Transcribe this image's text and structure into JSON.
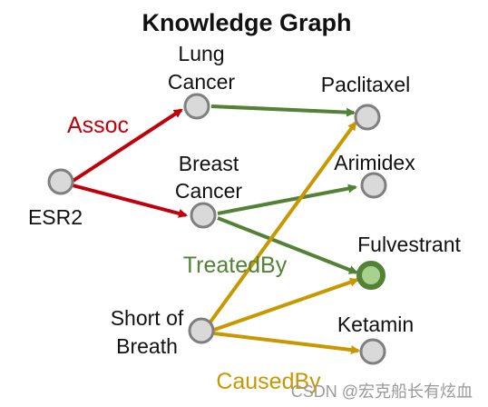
{
  "title": "Knowledge Graph",
  "colors": {
    "assoc": "#c0000b",
    "treated": "#538135",
    "caused": "#c99700",
    "node_fill": "#d9d9d9",
    "node_stroke": "#7f7f7f",
    "highlight_fill": "#a9d18e",
    "highlight_stroke": "#538135"
  },
  "nodes": {
    "esr2": "ESR2",
    "lung_1": "Lung",
    "lung_2": "Cancer",
    "breast_1": "Breast",
    "breast_2": "Cancer",
    "short_1": "Short of",
    "short_2": "Breath",
    "paclitaxel": "Paclitaxel",
    "arimidex": "Arimidex",
    "fulvestrant": "Fulvestrant",
    "ketamin": "Ketamin"
  },
  "relations": {
    "assoc": "Assoc",
    "treated": "TreatedBy",
    "caused": "CausedBy"
  },
  "edges": [
    {
      "from": "ESR2",
      "to": "Lung Cancer",
      "relation": "Assoc"
    },
    {
      "from": "ESR2",
      "to": "Breast Cancer",
      "relation": "Assoc"
    },
    {
      "from": "Lung Cancer",
      "to": "Paclitaxel",
      "relation": "TreatedBy"
    },
    {
      "from": "Breast Cancer",
      "to": "Arimidex",
      "relation": "TreatedBy"
    },
    {
      "from": "Breast Cancer",
      "to": "Fulvestrant",
      "relation": "TreatedBy"
    },
    {
      "from": "Short of Breath",
      "to": "Paclitaxel",
      "relation": "CausedBy"
    },
    {
      "from": "Short of Breath",
      "to": "Fulvestrant",
      "relation": "CausedBy"
    },
    {
      "from": "Short of Breath",
      "to": "Ketamin",
      "relation": "CausedBy"
    }
  ],
  "watermark": "CSDN @宏克船长有炫血"
}
